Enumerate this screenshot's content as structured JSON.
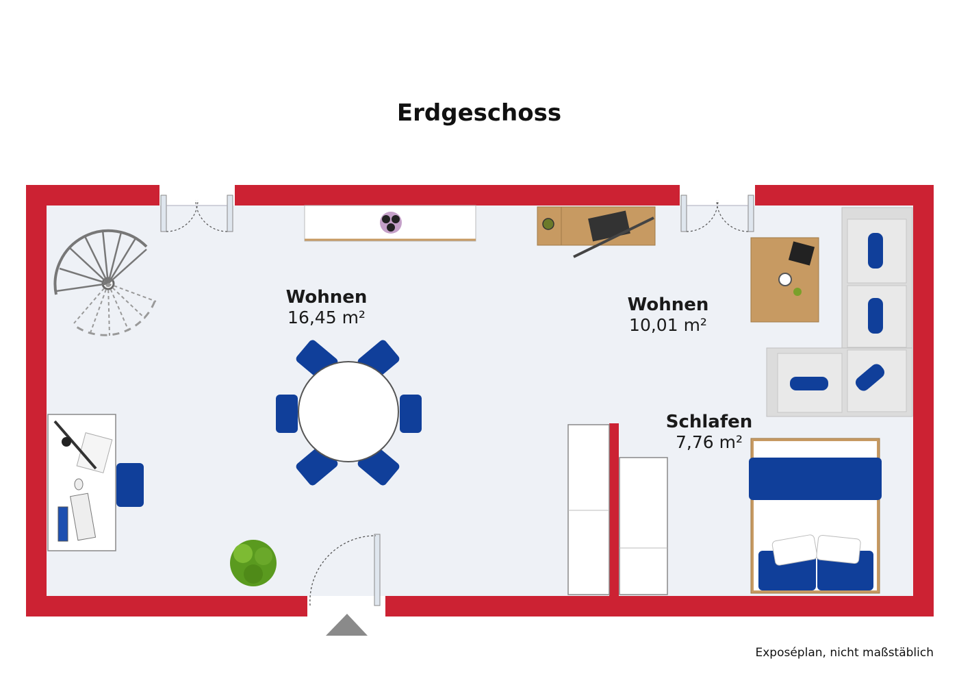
{
  "plan": {
    "title": "Erdgeschoss",
    "note": "Exposéplan, nicht maßstäblich",
    "colors": {
      "wall": "#cc2233",
      "floor": "#eef1f6",
      "furniture_blue": "#103f9a",
      "wood": "#c79a62",
      "sofa": "#e6e6e6",
      "plant": "#5a9a1f",
      "entrance_marker": "#8a8a8a"
    },
    "rooms": [
      {
        "name": "Wohnen",
        "area": "16,45 m²"
      },
      {
        "name": "Wohnen",
        "area": "10,01 m²"
      },
      {
        "name": "Schlafen",
        "area": "7,76 m²"
      }
    ],
    "icons": {
      "spiral_stairs": "spiral-stairs-icon",
      "entrance": "entrance-arrow-icon",
      "plant": "plant-icon"
    }
  }
}
